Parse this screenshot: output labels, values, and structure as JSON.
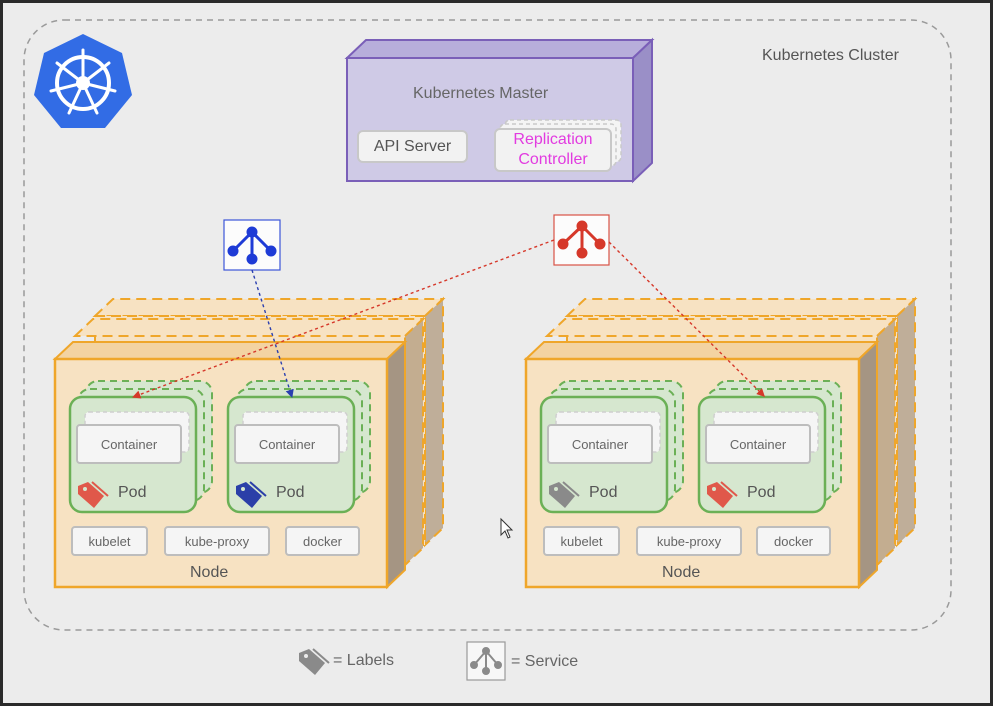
{
  "cluster": {
    "title": "Kubernetes Cluster"
  },
  "master": {
    "title": "Kubernetes Master",
    "api_server": "API Server",
    "replication_controller": [
      "Replication",
      "Controller"
    ]
  },
  "nodes": [
    {
      "label": "Node",
      "pods": [
        {
          "container": "Container",
          "label": "Pod",
          "tag_color": "#e0584a"
        },
        {
          "container": "Container",
          "label": "Pod",
          "tag_color": "#2b3fa8"
        }
      ],
      "components": [
        "kubelet",
        "kube-proxy",
        "docker"
      ]
    },
    {
      "label": "Node",
      "pods": [
        {
          "container": "Container",
          "label": "Pod",
          "tag_color": "#8a8a8a"
        },
        {
          "container": "Container",
          "label": "Pod",
          "tag_color": "#e0584a"
        }
      ],
      "components": [
        "kubelet",
        "kube-proxy",
        "docker"
      ]
    }
  ],
  "services": [
    {
      "color": "#1e3bd6",
      "icon": "service-icon"
    },
    {
      "color": "#d6382a",
      "icon": "service-icon"
    }
  ],
  "legend": {
    "labels_text": "= Labels",
    "service_text": "= Service"
  },
  "colors": {
    "master_fill": "#cfcae6",
    "master_border": "#7a5fb8",
    "node_fill": "#f7e2c2",
    "node_border": "#efa62a",
    "pod_fill": "#d6e7cf",
    "pod_border": "#6bb056",
    "rc_text": "#e23be0",
    "k8s_blue": "#326ce5"
  }
}
